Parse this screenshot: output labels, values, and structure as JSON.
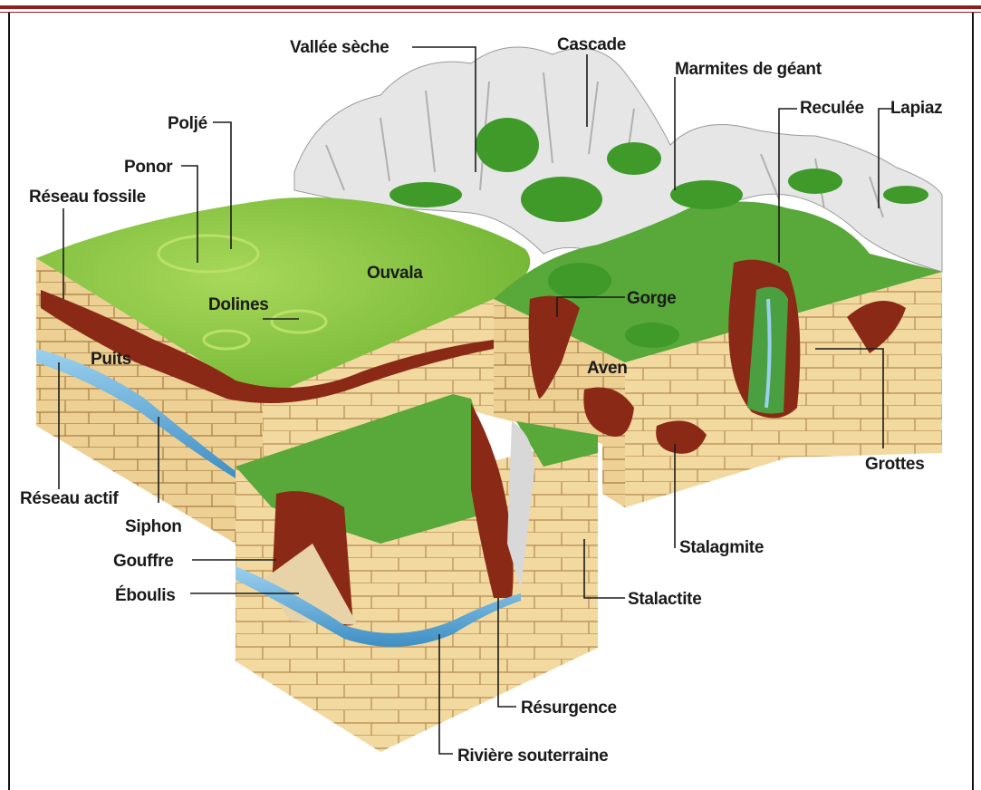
{
  "diagram": {
    "labels": {
      "vallee_seche": "Vallée sèche",
      "cascade": "Cascade",
      "marmites": "Marmites de géant",
      "polje": "Poljé",
      "reculee": "Reculée",
      "lapiaz": "Lapiaz",
      "ponor": "Ponor",
      "reseau_fossile": "Réseau fossile",
      "ouvala": "Ouvala",
      "gorge": "Gorge",
      "dolines": "Dolines",
      "puits": "Puits",
      "aven": "Aven",
      "grottes": "Grottes",
      "reseau_actif": "Réseau actif",
      "siphon": "Siphon",
      "stalagmite": "Stalagmite",
      "gouffre": "Gouffre",
      "eboulis": "Éboulis",
      "stalactite": "Stalactite",
      "resurgence": "Résurgence",
      "riviere": "Rivière souterraine"
    },
    "colors": {
      "grass": "#8cc63f",
      "grass_dark": "#3f9a2a",
      "limestone": "#f2d9a0",
      "limestone_line": "#b58a52",
      "rock": "#e4e4e4",
      "water": "#5aa6d6",
      "cave": "#8a2a16",
      "border_red": "#8e1f1f"
    }
  }
}
